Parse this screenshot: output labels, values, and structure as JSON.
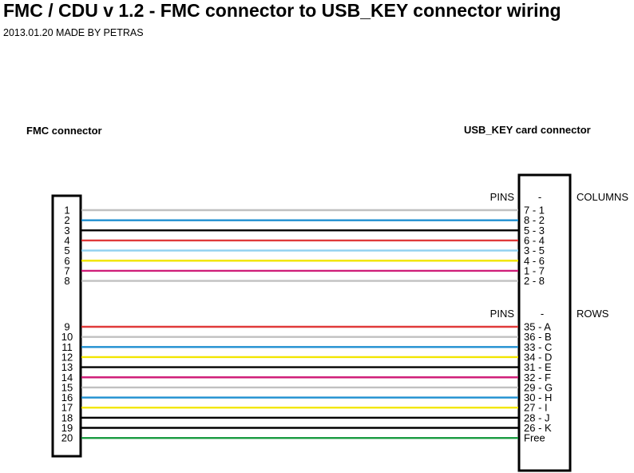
{
  "title": "FMC / CDU v 1.2 - FMC connector to USB_KEY connector wiring",
  "subtitle": "2013.01.20 MADE BY PETRAS",
  "left_connector": {
    "label": "FMC connector"
  },
  "right_connector": {
    "label": "USB_KEY card connector"
  },
  "column_header": {
    "pins": "PINS",
    "dash": "-",
    "kind": "COLUMNS"
  },
  "row_header": {
    "pins": "PINS",
    "dash": "-",
    "kind": "ROWS"
  },
  "colors": {
    "gray": "#c0c0c0",
    "blue": "#1f8fd0",
    "black": "#000000",
    "red": "#e03a3a",
    "light_blue": "#8fd0f0",
    "yellow": "#f2e600",
    "magenta": "#d0207a",
    "green": "#1a9a40"
  },
  "wires": [
    {
      "fmc": "1",
      "usb": "7 - 1",
      "color": "gray",
      "group": "columns"
    },
    {
      "fmc": "2",
      "usb": "8 - 2",
      "color": "blue",
      "group": "columns"
    },
    {
      "fmc": "3",
      "usb": "5 - 3",
      "color": "black",
      "group": "columns"
    },
    {
      "fmc": "4",
      "usb": "6 - 4",
      "color": "red",
      "group": "columns"
    },
    {
      "fmc": "5",
      "usb": "3 - 5",
      "color": "light_blue",
      "group": "columns"
    },
    {
      "fmc": "6",
      "usb": "4 - 6",
      "color": "yellow",
      "group": "columns"
    },
    {
      "fmc": "7",
      "usb": "1 - 7",
      "color": "magenta",
      "group": "columns"
    },
    {
      "fmc": "8",
      "usb": "2 - 8",
      "color": "gray",
      "group": "columns"
    },
    {
      "fmc": "9",
      "usb": "35 - A",
      "color": "red",
      "group": "rows"
    },
    {
      "fmc": "10",
      "usb": "36 - B",
      "color": "gray",
      "group": "rows"
    },
    {
      "fmc": "11",
      "usb": "33 - C",
      "color": "blue",
      "group": "rows"
    },
    {
      "fmc": "12",
      "usb": "34 - D",
      "color": "yellow",
      "group": "rows"
    },
    {
      "fmc": "13",
      "usb": "31 - E",
      "color": "black",
      "group": "rows"
    },
    {
      "fmc": "14",
      "usb": "32 - F",
      "color": "magenta",
      "group": "rows"
    },
    {
      "fmc": "15",
      "usb": "29 - G",
      "color": "gray",
      "group": "rows"
    },
    {
      "fmc": "16",
      "usb": "30 - H",
      "color": "blue",
      "group": "rows"
    },
    {
      "fmc": "17",
      "usb": "27 - I",
      "color": "yellow",
      "group": "rows"
    },
    {
      "fmc": "18",
      "usb": "28 - J",
      "color": "black",
      "group": "rows"
    },
    {
      "fmc": "19",
      "usb": "26 - K",
      "color": "black",
      "group": "rows"
    },
    {
      "fmc": "20",
      "usb": "Free",
      "color": "green",
      "group": "rows"
    }
  ]
}
